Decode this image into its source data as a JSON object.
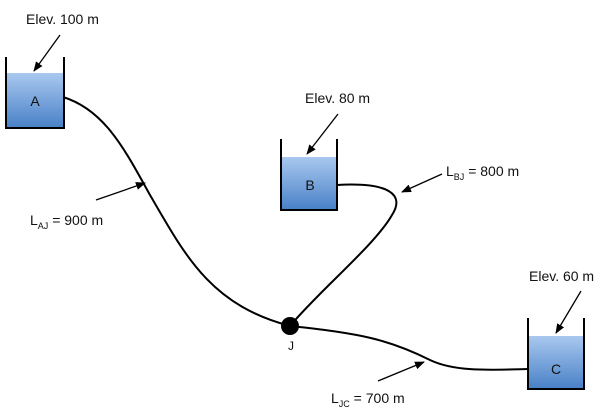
{
  "reservoirs": [
    {
      "id": "A",
      "label": "A",
      "elevation": "Elev. 100 m"
    },
    {
      "id": "B",
      "label": "B",
      "elevation": "Elev. 80 m"
    },
    {
      "id": "C",
      "label": "C",
      "elevation": "Elev. 60 m"
    }
  ],
  "junction": {
    "label": "J"
  },
  "pipes": [
    {
      "id": "AJ",
      "prefix": "L",
      "subscript": "AJ",
      "value": " = 900 m"
    },
    {
      "id": "BJ",
      "prefix": "L",
      "subscript": "BJ",
      "value": " = 800 m"
    },
    {
      "id": "JC",
      "prefix": "L",
      "subscript": "JC",
      "value": " = 700 m"
    }
  ],
  "colors": {
    "water_top": "#a9c8ef",
    "water_bottom": "#4a82c8",
    "tank_wall": "#000000",
    "pipe": "#000000",
    "junction": "#000000"
  }
}
